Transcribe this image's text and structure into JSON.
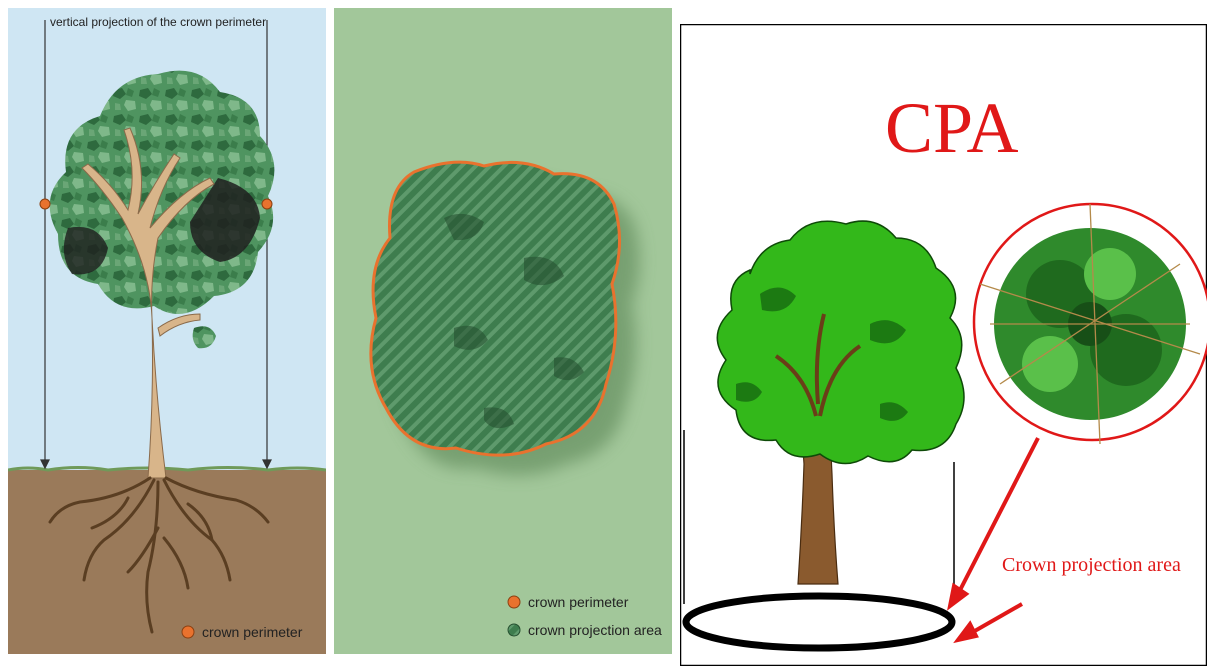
{
  "panel1": {
    "top_label": "vertical projection of the crown perimeter",
    "legend": {
      "perimeter": "crown perimeter"
    }
  },
  "panel2": {
    "legend": {
      "perimeter": "crown perimeter",
      "area": "crown projection area"
    }
  },
  "panel3": {
    "title": "CPA",
    "annotation": "Crown projection area"
  },
  "colors": {
    "sky": "#cfe6f3",
    "soil": "#9a7a5a",
    "panel2_bg": "#a2c79a",
    "perimeter_orange": "#e9722e",
    "crown_dark": "#2e6a3e",
    "crown_mid": "#4f9460",
    "crown_light": "#7fb88a",
    "trunk": "#d8b58a",
    "cpa_red": "#e01818",
    "tree_green": "#33b81a",
    "tree_dark": "#1c7a12"
  }
}
